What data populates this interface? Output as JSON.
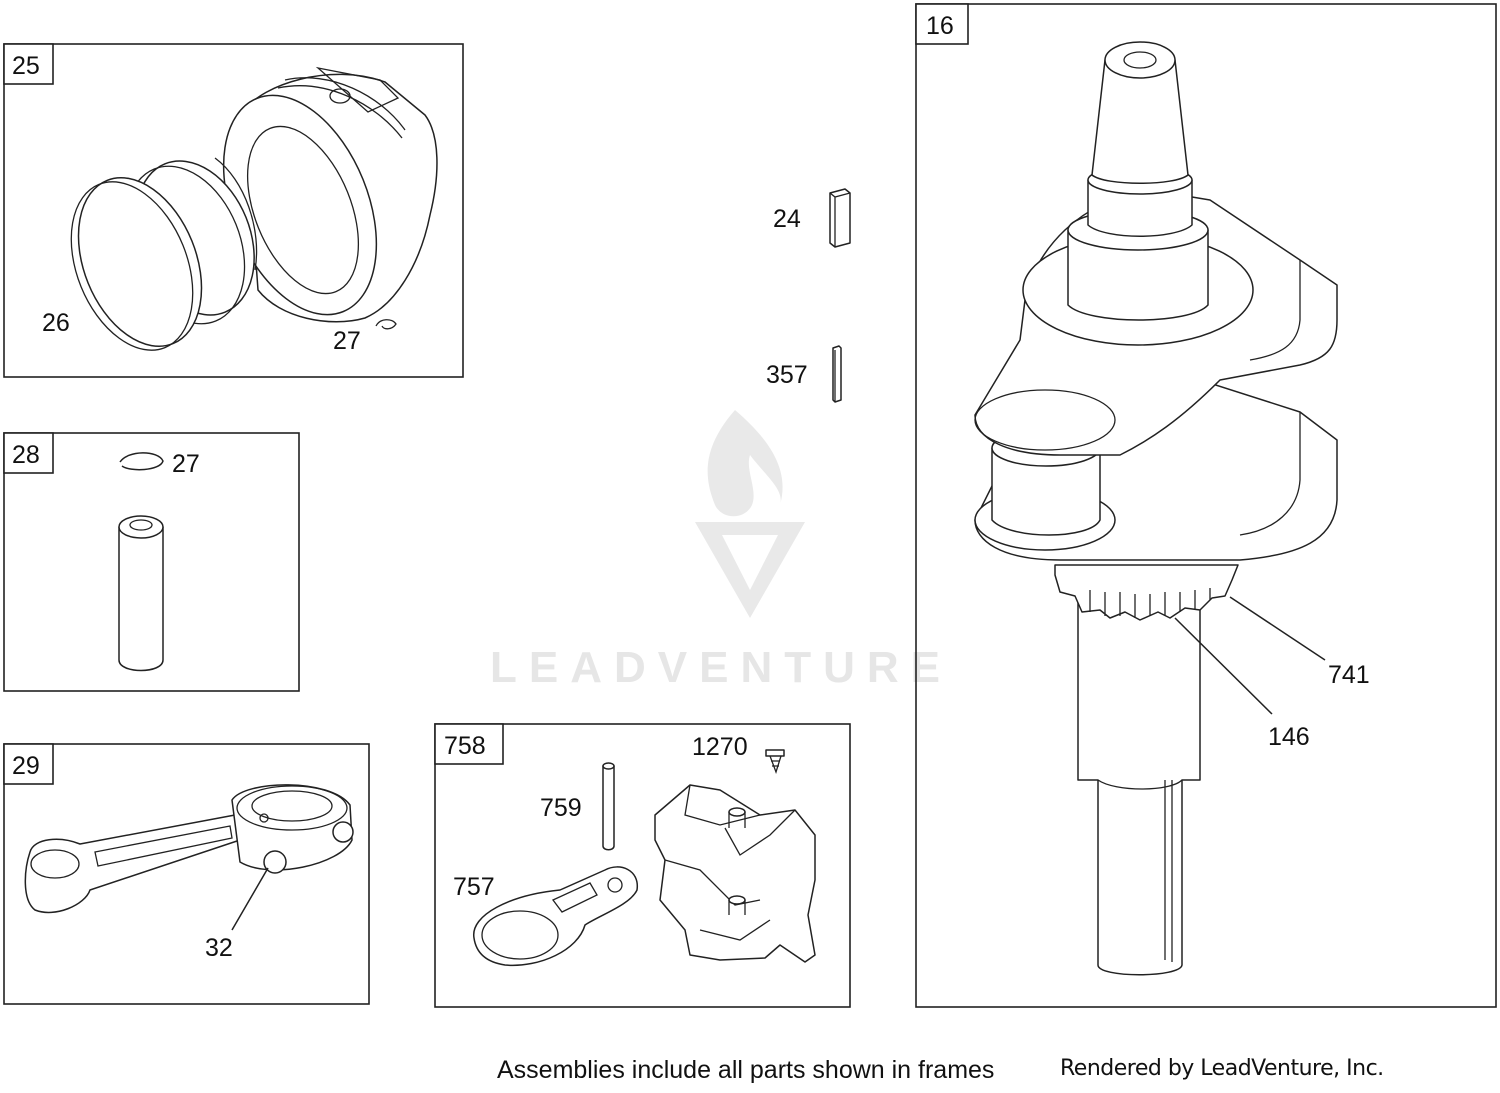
{
  "watermark": {
    "brand": "LEADVENTURE"
  },
  "frames": [
    {
      "id": "25"
    },
    {
      "id": "28"
    },
    {
      "id": "29"
    },
    {
      "id": "758"
    },
    {
      "id": "16"
    }
  ],
  "callouts": {
    "ring_set": "26",
    "piston_clip": "27",
    "pin_clip": "27",
    "rod_bolt": "32",
    "flywheel_key": "24",
    "dowel_key": "357",
    "screw": "1270",
    "pin": "759",
    "link": "757",
    "gear": "741",
    "gear_inner": "146"
  },
  "footer": {
    "note": "Assemblies include all parts shown in frames",
    "credit": "Rendered by LeadVenture, Inc."
  }
}
